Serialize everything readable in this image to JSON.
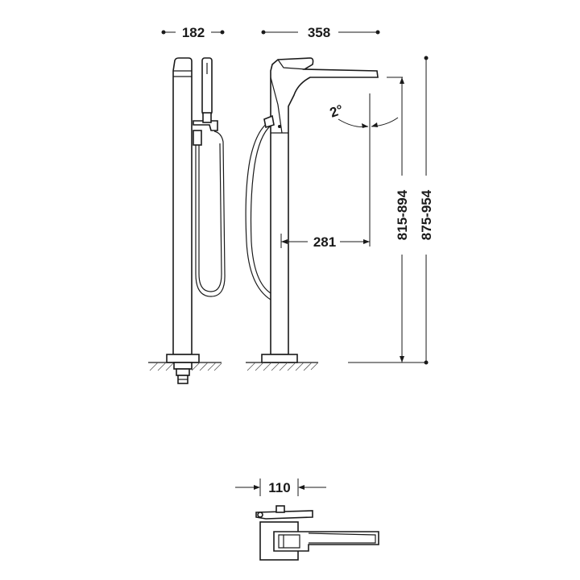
{
  "dimensions": {
    "front_width": "182",
    "side_width": "358",
    "spout_reach": "281",
    "spout_height": "815-894",
    "total_height": "875-954",
    "angle": "2°",
    "base_width": "110"
  },
  "colors": {
    "line": "#1a1a1a",
    "background": "#ffffff"
  }
}
